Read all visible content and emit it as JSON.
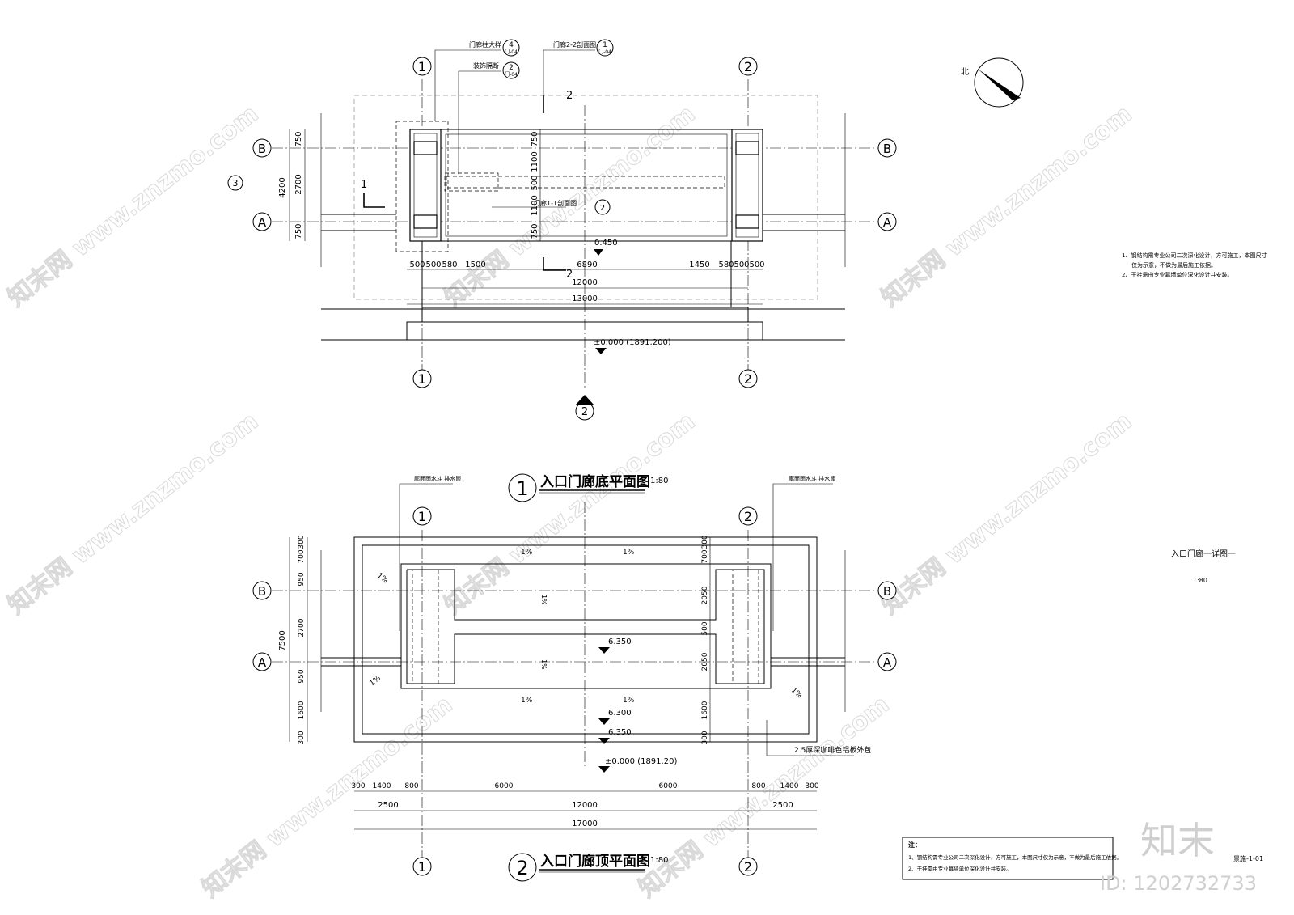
{
  "grid": {
    "col1": "1",
    "col2": "2",
    "rowA": "A",
    "rowB": "B"
  },
  "north_label": "北",
  "plan1": {
    "callout_column_detail": "门廊柱大样",
    "callout_column_num": "4",
    "callout_sheet": "门-04",
    "callout_deco": "装饰隔断",
    "callout_deco_num": "2",
    "callout_section22": "门廊2-2剖面图",
    "callout_section22_num": "1",
    "callout_section11": "门廊1-1剖面图",
    "callout_section11_num": "2",
    "callout_left_num": "3",
    "callout_bottom_num": "2",
    "section_mark_1": "1",
    "section_mark_2": "2",
    "dims_left": [
      "750",
      "2700",
      "750"
    ],
    "dims_left_total": "4200",
    "dims_inner": [
      "750",
      "1100",
      "500",
      "1100",
      "750"
    ],
    "dims_bottom": [
      "500",
      "500",
      "580",
      "1500",
      "6890",
      "1450",
      "580",
      "500",
      "500"
    ],
    "dim_12000": "12000",
    "dim_13000": "13000",
    "level_top": "0.450",
    "level_base": "±0.000 (1891.200)",
    "title_num": "1",
    "title": "入口门廊底平面图",
    "scale": "1:80"
  },
  "plan2": {
    "callout_left": "廊面雨水斗  排水篦",
    "callout_right": "廊面雨水斗  排水篦",
    "callout_cladding": "2.5厚深咖啡色铝板外包",
    "slope": "1%",
    "dims_left": [
      "300",
      "700",
      "950",
      "2700",
      "950",
      "1600",
      "300"
    ],
    "dims_left_total": "7500",
    "dims_right": [
      "300",
      "700",
      "2050",
      "500",
      "2050",
      "1600",
      "300"
    ],
    "level_1": "6.350",
    "level_2": "6.300",
    "level_3": "6.350",
    "level_base": "±0.000 (1891.20)",
    "dims_bottom": [
      "300",
      "1400",
      "800",
      "6000",
      "6000",
      "800",
      "1400",
      "300"
    ],
    "dims_bottom_2": [
      "2500",
      "12000",
      "2500"
    ],
    "dim_17000": "17000",
    "title_num": "2",
    "title": "入口门廊顶平面图",
    "scale": "1:80"
  },
  "notes_top": [
    "1、钢结构需专业公司二次深化设计，方可施工，本图尺寸",
    "仅为示意，不做为最后施工依据。",
    "2、干挂需由专业幕墙单位深化设计并安装。"
  ],
  "sheet_title": "入口门廊一详图一",
  "sheet_scale": "1:80",
  "notes_bottom_head": "注：",
  "notes_bottom": [
    "1、钢结构需专业公司二次深化设计，方可施工，本图尺寸仅为示意，不做为最后施工依据。",
    "2、干挂需由专业幕墙单位深化设计并安装。"
  ],
  "sheet_no": "景施-1-01",
  "brand": "知末",
  "watermark": "知末网 www.znzmo.com",
  "id_label": "ID: 1202732733"
}
